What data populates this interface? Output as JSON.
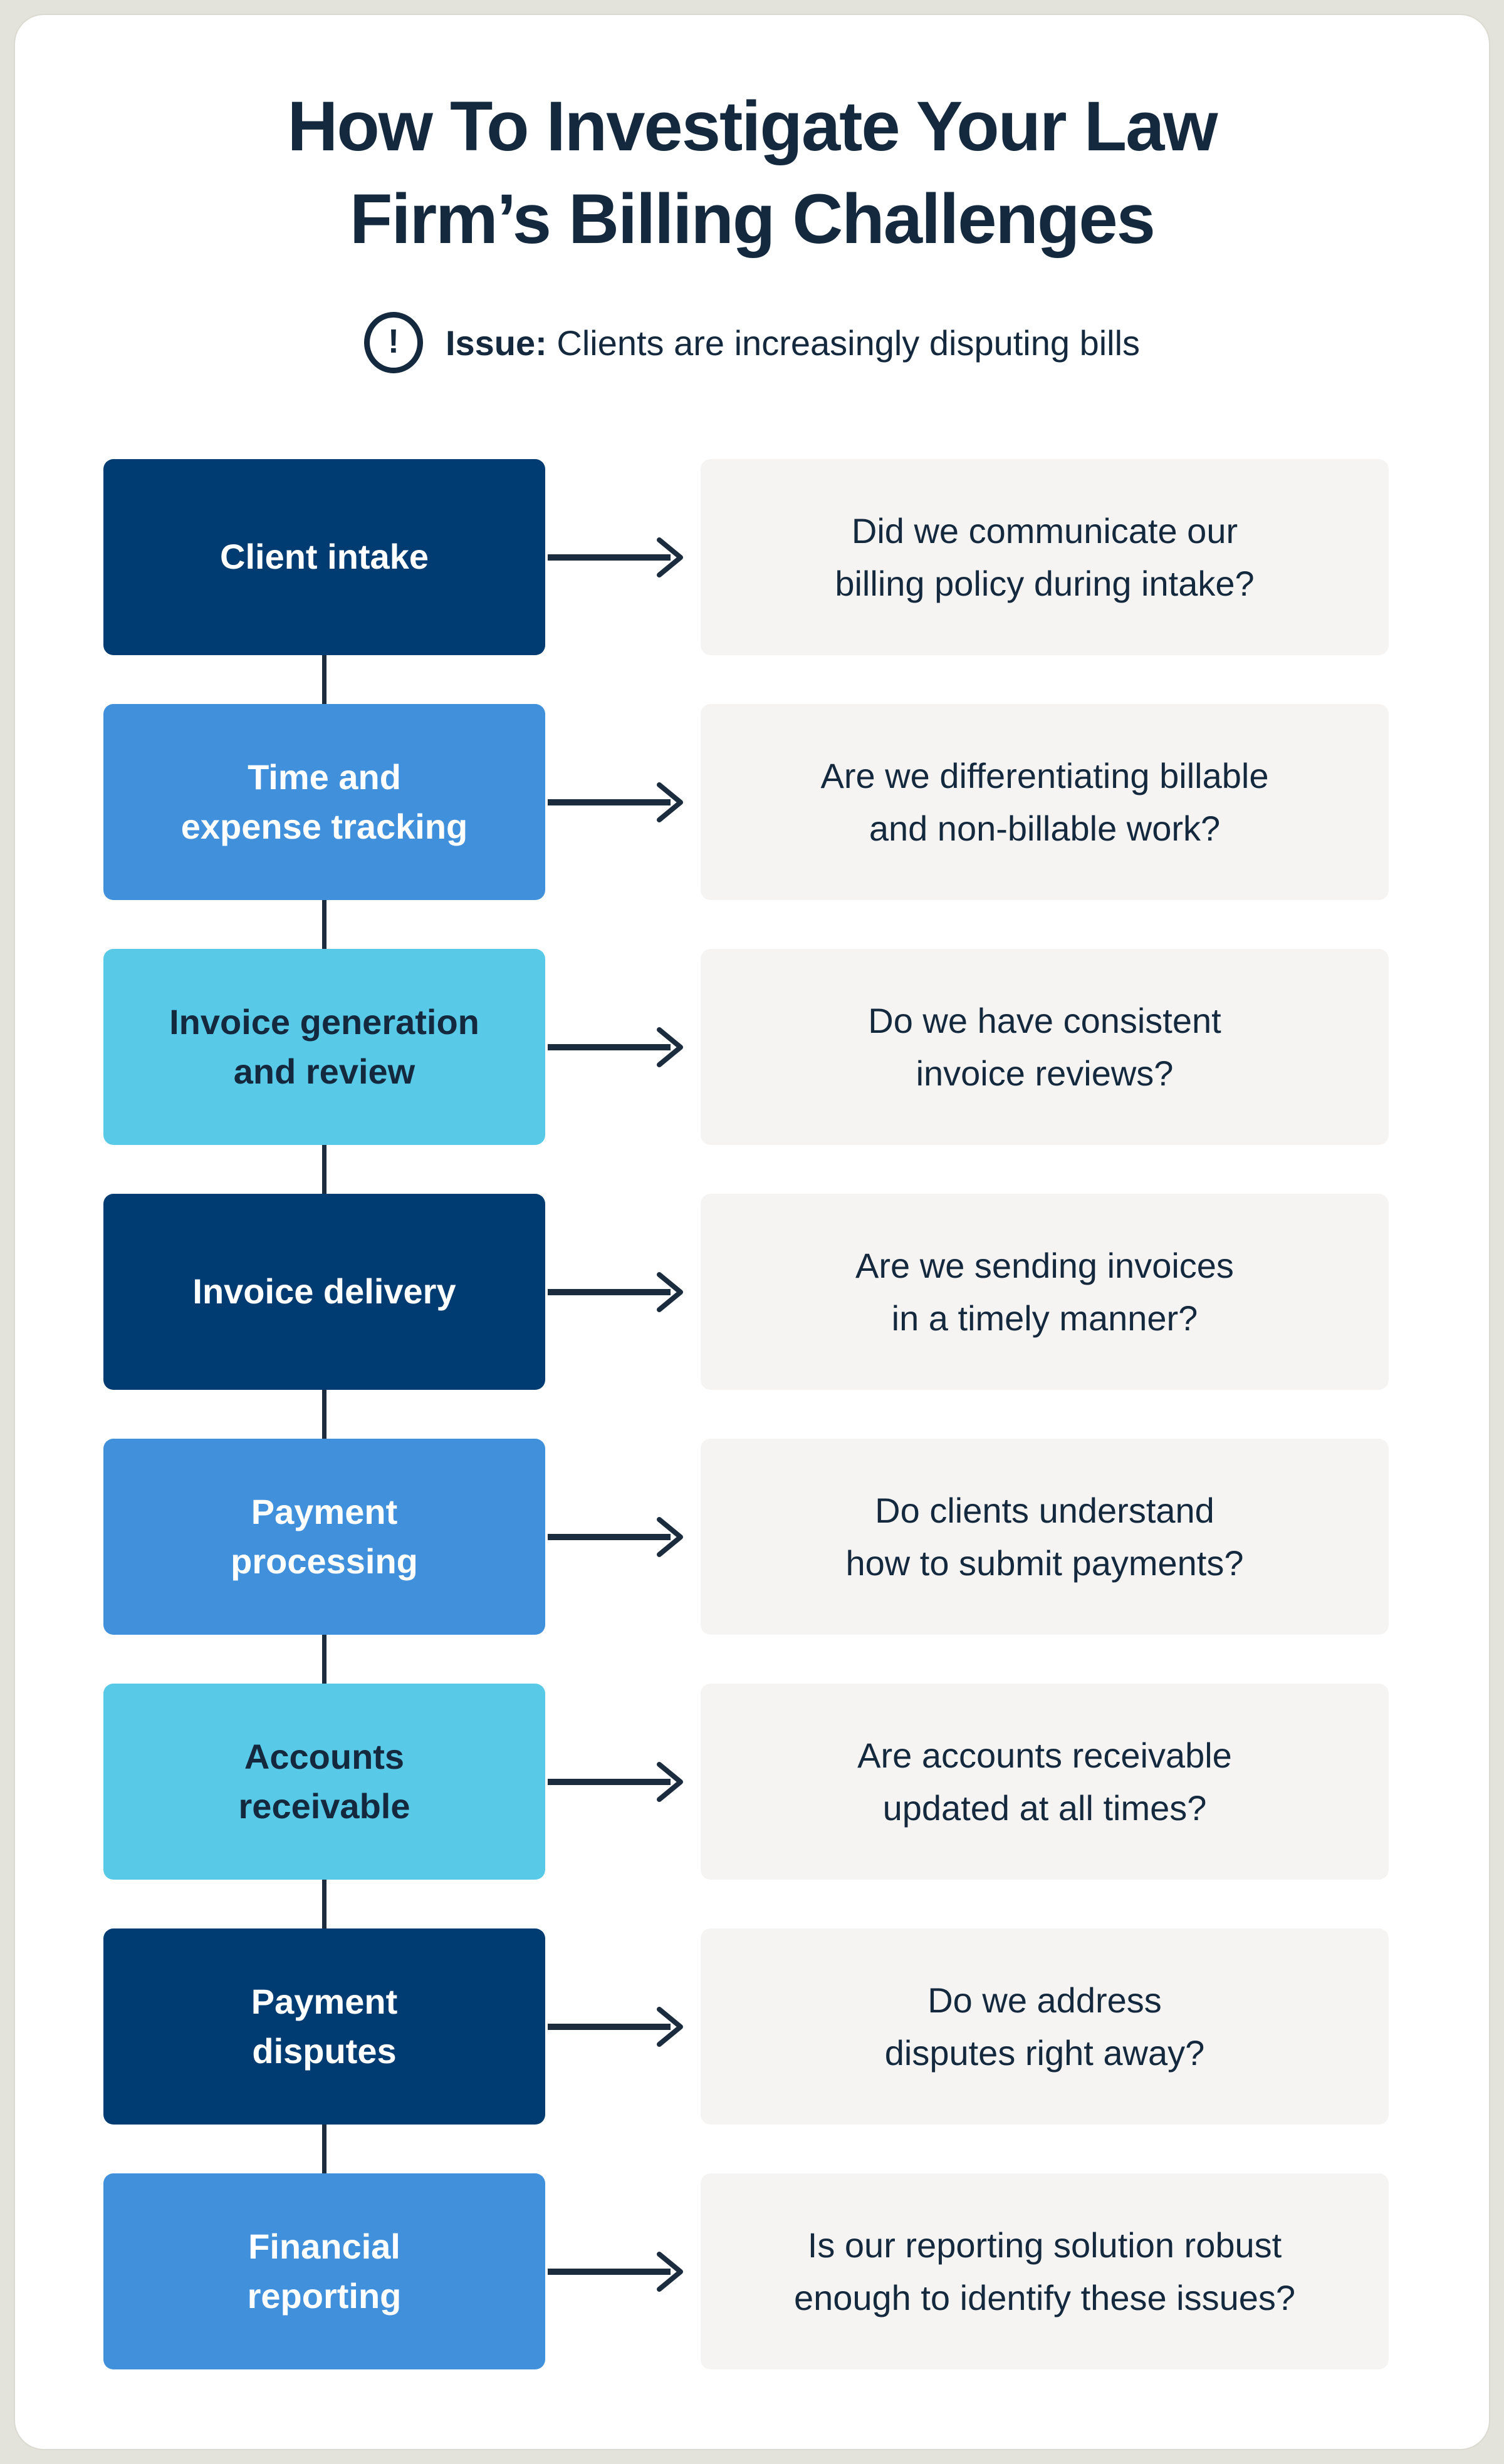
{
  "header": {
    "title_lines": [
      "How To Investigate Your Law",
      "Firm’s Billing Challenges"
    ],
    "issue": {
      "icon_glyph": "!",
      "label": "Issue:",
      "text": "Clients are increasingly disputing bills"
    }
  },
  "colors": {
    "page_background": "#E4E3DB",
    "card_background": "#FFFFFF",
    "stage_navy": "#003C72",
    "stage_blue": "#4090DC",
    "stage_cyan": "#59C9E8",
    "question_background": "#F5F4F2",
    "text_dark_navy": "#14293E",
    "arrow_line": "#1B2C3E"
  },
  "flow": {
    "rows": [
      {
        "color": "navy",
        "stage_lines": [
          "Client intake",
          ""
        ],
        "question_lines": [
          "Did we communicate our",
          "billing policy during intake?"
        ]
      },
      {
        "color": "blue",
        "stage_lines": [
          "Time and",
          "expense tracking"
        ],
        "question_lines": [
          "Are we differentiating billable",
          "and non-billable work?"
        ]
      },
      {
        "color": "cyan",
        "stage_lines": [
          "Invoice generation",
          "and review"
        ],
        "question_lines": [
          "Do we have consistent",
          "invoice reviews?"
        ]
      },
      {
        "color": "navy",
        "stage_lines": [
          "Invoice delivery",
          ""
        ],
        "question_lines": [
          "Are we sending invoices",
          "in a timely manner?"
        ]
      },
      {
        "color": "blue",
        "stage_lines": [
          "Payment",
          "processing"
        ],
        "question_lines": [
          "Do clients understand",
          "how to submit payments?"
        ]
      },
      {
        "color": "cyan",
        "stage_lines": [
          "Accounts",
          "receivable"
        ],
        "question_lines": [
          "Are accounts receivable",
          "updated at all times?"
        ]
      },
      {
        "color": "navy",
        "stage_lines": [
          "Payment",
          "disputes"
        ],
        "question_lines": [
          "Do we address",
          "disputes right away?"
        ]
      },
      {
        "color": "blue",
        "stage_lines": [
          "Financial",
          "reporting"
        ],
        "question_lines": [
          "Is our reporting solution robust",
          "enough to identify these issues?"
        ]
      }
    ]
  }
}
